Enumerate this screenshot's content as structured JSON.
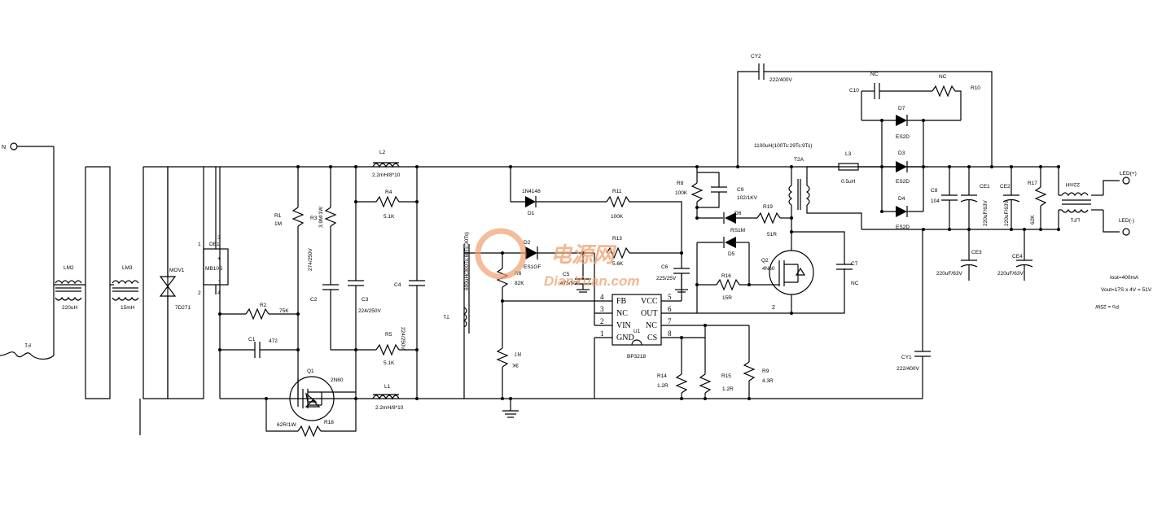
{
  "components": {
    "N": "N",
    "F1": "F1",
    "LM2": "LM2",
    "LM2_val": "220uH",
    "LM3": "LM3",
    "LM3_val": "15mH",
    "MOV1": "MOV1",
    "MOV1_val": "7D271",
    "DB1": "DB1",
    "DB1_val": "MB10S",
    "R1": "R1",
    "R1_val": "1M",
    "R3": "R3",
    "R3_val": "3.9M/1W",
    "C2": "C2",
    "C2_val": "274/250V",
    "C3": "C3",
    "C3_val": "224/250V",
    "C4": "C4",
    "C4_val": "224/250V",
    "R2": "R2",
    "R2_val": "75K",
    "C1": "C1",
    "C1_val": "472",
    "Q1": "Q1",
    "Q1_val": "2N60",
    "R18": "R18",
    "R18_val": "62R/1W",
    "L2": "L2",
    "L2_val": "2.2mH/8*10",
    "L1": "L1",
    "L1_val": "2.2mH/8*10",
    "R4": "R4",
    "R4_val": "5.1K",
    "R5": "R5",
    "R5_val": "5.1K",
    "T1": "T1",
    "T1_val": "600uH(300Ts:60Ts:30Ts)",
    "D2": "D2",
    "D2_val": "ES1GF",
    "R6": "R6",
    "R6_val": "82K",
    "R7": "R7",
    "R7_val": "3K",
    "D1": "D1",
    "D1_val": "1N4148",
    "R11": "R11",
    "R11_val": "100K",
    "R13": "R13",
    "R13_val": "5.6K",
    "C5": "C5",
    "C5_val": "475/50V",
    "C6": "C6",
    "C6_val": "225/25V",
    "R8": "R8",
    "R8_val": "100K",
    "C9": "C9",
    "C9_val": "102/1KV",
    "D6": "D6",
    "R19": "R19",
    "R19_val": "51R",
    "RS1M": "RS1M",
    "D5": "D5",
    "R16": "R16",
    "R16_val": "15R",
    "Q2": "Q2",
    "Q2_val": "4N60",
    "C7": "C7",
    "C7_val": "NC",
    "T2": "T2A",
    "T2_val": "1100uH(100Ts:29Ts:9Ts)",
    "CY2": "CY2",
    "CY2_val": "222/400V",
    "CY1": "CY1",
    "CY1_val": "222/400V",
    "C10": "C10",
    "C10_val": "NC",
    "R10": "R10",
    "R10_val": "NC",
    "D7": "D7",
    "D7_val": "ES2D",
    "D3": "D3",
    "D3_val": "ES2D",
    "D4": "D4",
    "D4_val": "ES2D",
    "L3": "L3",
    "L3_val": "0.5uH",
    "C8": "C8",
    "C8_val": "104",
    "CE1": "CE1",
    "CE1_val": "220uF/63V",
    "CE2": "CE2",
    "CE2_val": "220uF/63V",
    "CE3": "CE3",
    "CE3_val": "220uF/63V",
    "CE4": "CE4",
    "CE4_val": "220uF/63V",
    "R17": "R17",
    "R17_val": "62K",
    "LF1": "LF1",
    "LF1_val": "22mH",
    "R14": "R14",
    "R14_val": "1.2R",
    "R15": "R15",
    "R15_val": "1.2R",
    "R9": "R9",
    "R9_val": "4.3R"
  },
  "ic": {
    "ref": "U1",
    "part": "BP3218",
    "pins_left": [
      {
        "num": "4",
        "name": "FB"
      },
      {
        "num": "3",
        "name": "NC"
      },
      {
        "num": "2",
        "name": "VIN"
      },
      {
        "num": "1",
        "name": "GND"
      }
    ],
    "pins_right": [
      {
        "num": "5",
        "name": "VCC"
      },
      {
        "num": "6",
        "name": "OUT"
      },
      {
        "num": "7",
        "name": "NC"
      },
      {
        "num": "8",
        "name": "CS"
      }
    ]
  },
  "outputs": {
    "pos": "LED(+)",
    "neg": "LED(-)"
  },
  "notes": {
    "iout": "Iout=400mA",
    "vout": "Vout=17S x 4V = 51V",
    "po": "Po = 25W"
  },
  "watermark": {
    "cn": "电源网",
    "en": "DianYuan.com"
  },
  "colors": {
    "ink": "#000000",
    "watermark": "#f0a070"
  }
}
